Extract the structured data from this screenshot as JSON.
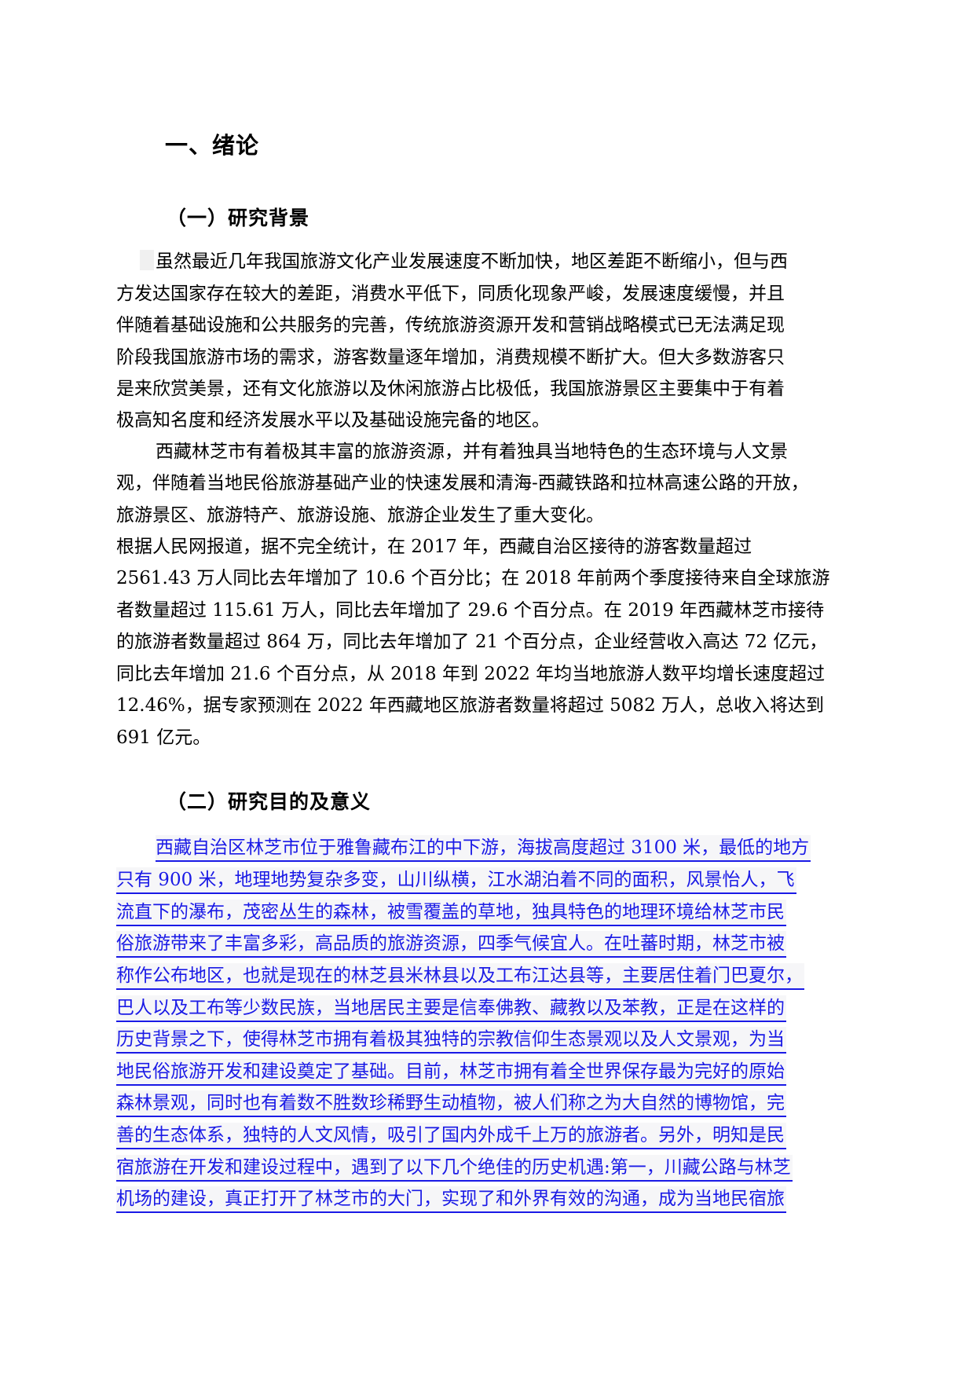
{
  "document": {
    "chapter_title": "一、绪论",
    "section1": {
      "title": "（一）研究背景",
      "paragraph1_lines": [
        "虽然最近几年我国旅游文化产业发展速度不断加快，地区差距不断缩小，但与西",
        "方发达国家存在较大的差距，消费水平低下，同质化现象严峻，发展速度缓慢，并且",
        "伴随着基础设施和公共服务的完善，传统旅游资源开发和营销战略模式已无法满足现",
        "阶段我国旅游市场的需求，游客数量逐年增加，消费规模不断扩大。但大多数游客只",
        "是来欣赏美景，还有文化旅游以及休闲旅游占比极低，我国旅游景区主要集中于有着",
        "极高知名度和经济发展水平以及基础设施完备的地区。"
      ],
      "paragraph2_lines": [
        "西藏林芝市有着极其丰富的旅游资源，并有着独具当地特色的生态环境与人文景",
        "观，伴随着当地民俗旅游基础产业的快速发展和清海-西藏铁路和拉林高速公路的开放，",
        "旅游景区、旅游特产、旅游设施、旅游企业发生了重大变化。"
      ],
      "paragraph3_lines": [
        "根据人民网报道，据不完全统计，在 2017 年，西藏自治区接待的游客数量超过",
        "2561.43 万人同比去年增加了 10.6 个百分比；在 2018 年前两个季度接待来自全球旅游",
        "者数量超过 115.61 万人，同比去年增加了 29.6 个百分点。在 2019 年西藏林芝市接待",
        "的旅游者数量超过 864 万，同比去年增加了 21 个百分点，企业经营收入高达 72 亿元，",
        "同比去年增加 21.6 个百分点，从 2018 年到 2022 年均当地旅游人数平均增长速度超过",
        "12.46%，据专家预测在 2022  年西藏地区旅游者数量将超过 5082 万人，总收入将达到",
        "691 亿元。"
      ]
    },
    "section2": {
      "title": "（二）研究目的及意义",
      "linked_paragraph_lines": [
        "西藏自治区林芝市位于雅鲁藏布江的中下游，海拔高度超过 3100 米，最低的地方",
        "只有 900 米，地理地势复杂多变，山川纵横，江水湖泊着不同的面积，风景怡人，飞",
        "流直下的瀑布，茂密丛生的森林，被雪覆盖的草地，独具特色的地理环境给林芝市民",
        "俗旅游带来了丰富多彩，高品质的旅游资源，四季气候宜人。在吐蕃时期，林芝市被",
        "称作公布地区，也就是现在的林芝县米林县以及工布江达县等，主要居住着门巴夏尔，",
        "巴人以及工布等少数民族，当地居民主要是信奉佛教、藏教以及苯教，正是在这样的",
        "历史背景之下，使得林芝市拥有着极其独特的宗教信仰生态景观以及人文景观，为当",
        "地民俗旅游开发和建设奠定了基础。目前，林芝市拥有着全世界保存最为完好的原始",
        "森林景观，同时也有着数不胜数珍稀野生动植物，被人们称之为大自然的博物馆，完",
        "善的生态体系，独特的人文风情，吸引了国内外成千上万的旅游者。另外，明知是民",
        "宿旅游在开发和建设过程中，遇到了以下几个绝佳的历史机遇:第一，川藏公路与林芝",
        "机场的建设，真正打开了林芝市的大门，实现了和外界有效的沟通，成为当地民宿旅"
      ]
    },
    "colors": {
      "body_text": "#000000",
      "link_text": "#1a1ae6",
      "link_background": "#f6f6f8"
    }
  }
}
